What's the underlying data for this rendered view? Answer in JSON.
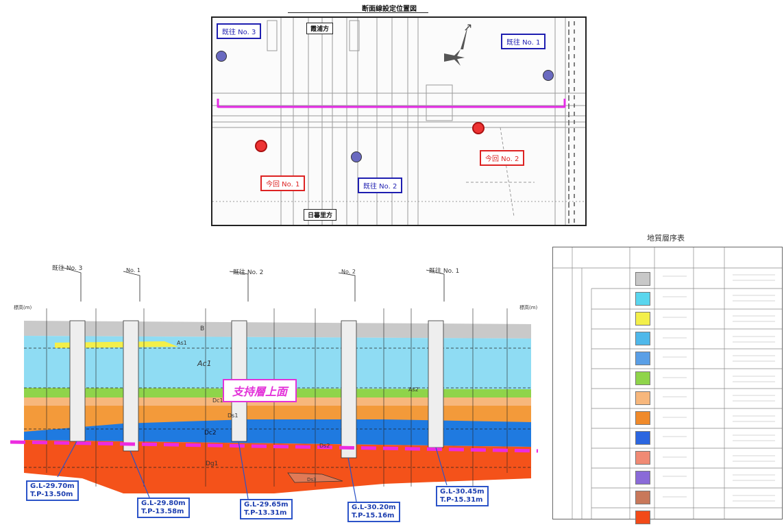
{
  "plan_map": {
    "title": "断面線設定位置図",
    "direction_north": "霞浦方",
    "direction_south": "日暮里方",
    "boreholes": [
      {
        "label": "既往 No. 3",
        "kind": "existing"
      },
      {
        "label": "既往 No. 1",
        "kind": "existing"
      },
      {
        "label": "今回 No. 1",
        "kind": "current"
      },
      {
        "label": "既往 No. 2",
        "kind": "existing"
      },
      {
        "label": "今回 No. 2",
        "kind": "current"
      }
    ]
  },
  "section": {
    "left_axis_label": "標高(m)",
    "right_axis_label": "標高(m)",
    "boring_headers": [
      "既往 No. 3",
      "No. 1",
      "既往 No. 2",
      "No. 2",
      "既往 No. 1"
    ],
    "support_layer_label": "支持層上面",
    "layer_labels": [
      "B",
      "Ac1",
      "As1",
      "As2",
      "Dc1",
      "Ds1",
      "Dc2",
      "Ds2",
      "Dg1",
      "Ds3"
    ],
    "gl_boxes": [
      {
        "gl": "G.L-29.70m",
        "tp": "T.P-13.50m"
      },
      {
        "gl": "G.L-29.80m",
        "tp": "T.P-13.58m"
      },
      {
        "gl": "G.L-29.65m",
        "tp": "T.P-13.31m"
      },
      {
        "gl": "G.L-30.20m",
        "tp": "T.P-15.16m"
      },
      {
        "gl": "G.L-30.45m",
        "tp": "T.P-15.31m"
      }
    ]
  },
  "legend_table": {
    "title": "地質層序表",
    "swatch_colors": [
      "#c8c8c8",
      "#5ad6ee",
      "#f3ef4a",
      "#4fb8ea",
      "#5a9fe6",
      "#8fd44a",
      "#f7b77c",
      "#f08a2a",
      "#2b66e0",
      "#f08a74",
      "#8a6ad8",
      "#c8785a",
      "#f24a18"
    ]
  },
  "colors": {
    "fill_layer": "#c9c9c9",
    "alluvial_clay": "#8fdcf3",
    "diluvial_sand": "#f39a3a",
    "diluvial_clay": "#1f7ae0",
    "support_layer": "#f4521a",
    "support_line": "#ec2be0",
    "label_blue": "#1d1db0",
    "label_red": "#dd2222"
  }
}
